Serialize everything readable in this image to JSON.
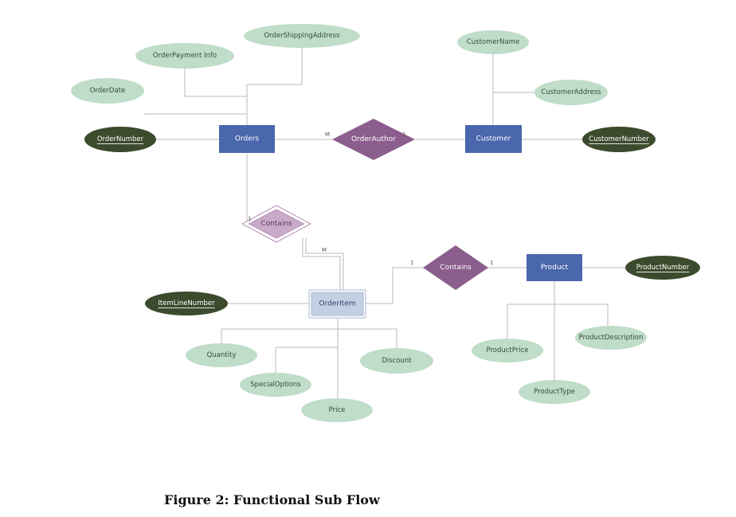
{
  "caption": "Figure 2: Functional Sub Flow",
  "colors": {
    "entity_fill": "#4a67ad",
    "entity_text": "#ffffff",
    "weak_entity_fill": "#c3d0e3",
    "weak_entity_text": "#33406b",
    "relationship_fill": "#8b5e8d",
    "identifying_relationship_fill": "#c9aac9",
    "attribute_fill": "#bfddc9",
    "attribute_text": "#3a4a3d",
    "key_attribute_fill": "#3c4a2d",
    "key_attribute_text": "#ffffff",
    "line": "#b9b9b9"
  },
  "entities": {
    "orders": "Orders",
    "customer": "Customer",
    "product": "Product",
    "order_item": "OrderItem"
  },
  "relationships": {
    "order_author": "OrderAuthor",
    "contains_orders_item": "Contains",
    "contains_item_product": "Contains"
  },
  "key_attributes": {
    "order_number": "OrderNumber",
    "customer_number": "CustomerNumber",
    "product_number": "ProductNumber",
    "item_line_number": "ItemLineNumber"
  },
  "attributes": {
    "order_date": "OrderDate",
    "order_payment_info": "OrderPayment Info",
    "order_shipping_address": "OrderShippingAddress",
    "customer_name": "CustomerName",
    "customer_address": "CustomerAddress",
    "product_price": "ProductPrice",
    "product_description": "ProductDescription",
    "product_type": "ProductType",
    "quantity": "Quantity",
    "special_options": "SpecialOptions",
    "price": "Price",
    "discount": "Discount"
  },
  "cardinalities": {
    "orders_author": "M",
    "author_customer": "1",
    "orders_contains": "1",
    "contains_item": "M",
    "item_contains": "1",
    "contains_product": "1"
  }
}
